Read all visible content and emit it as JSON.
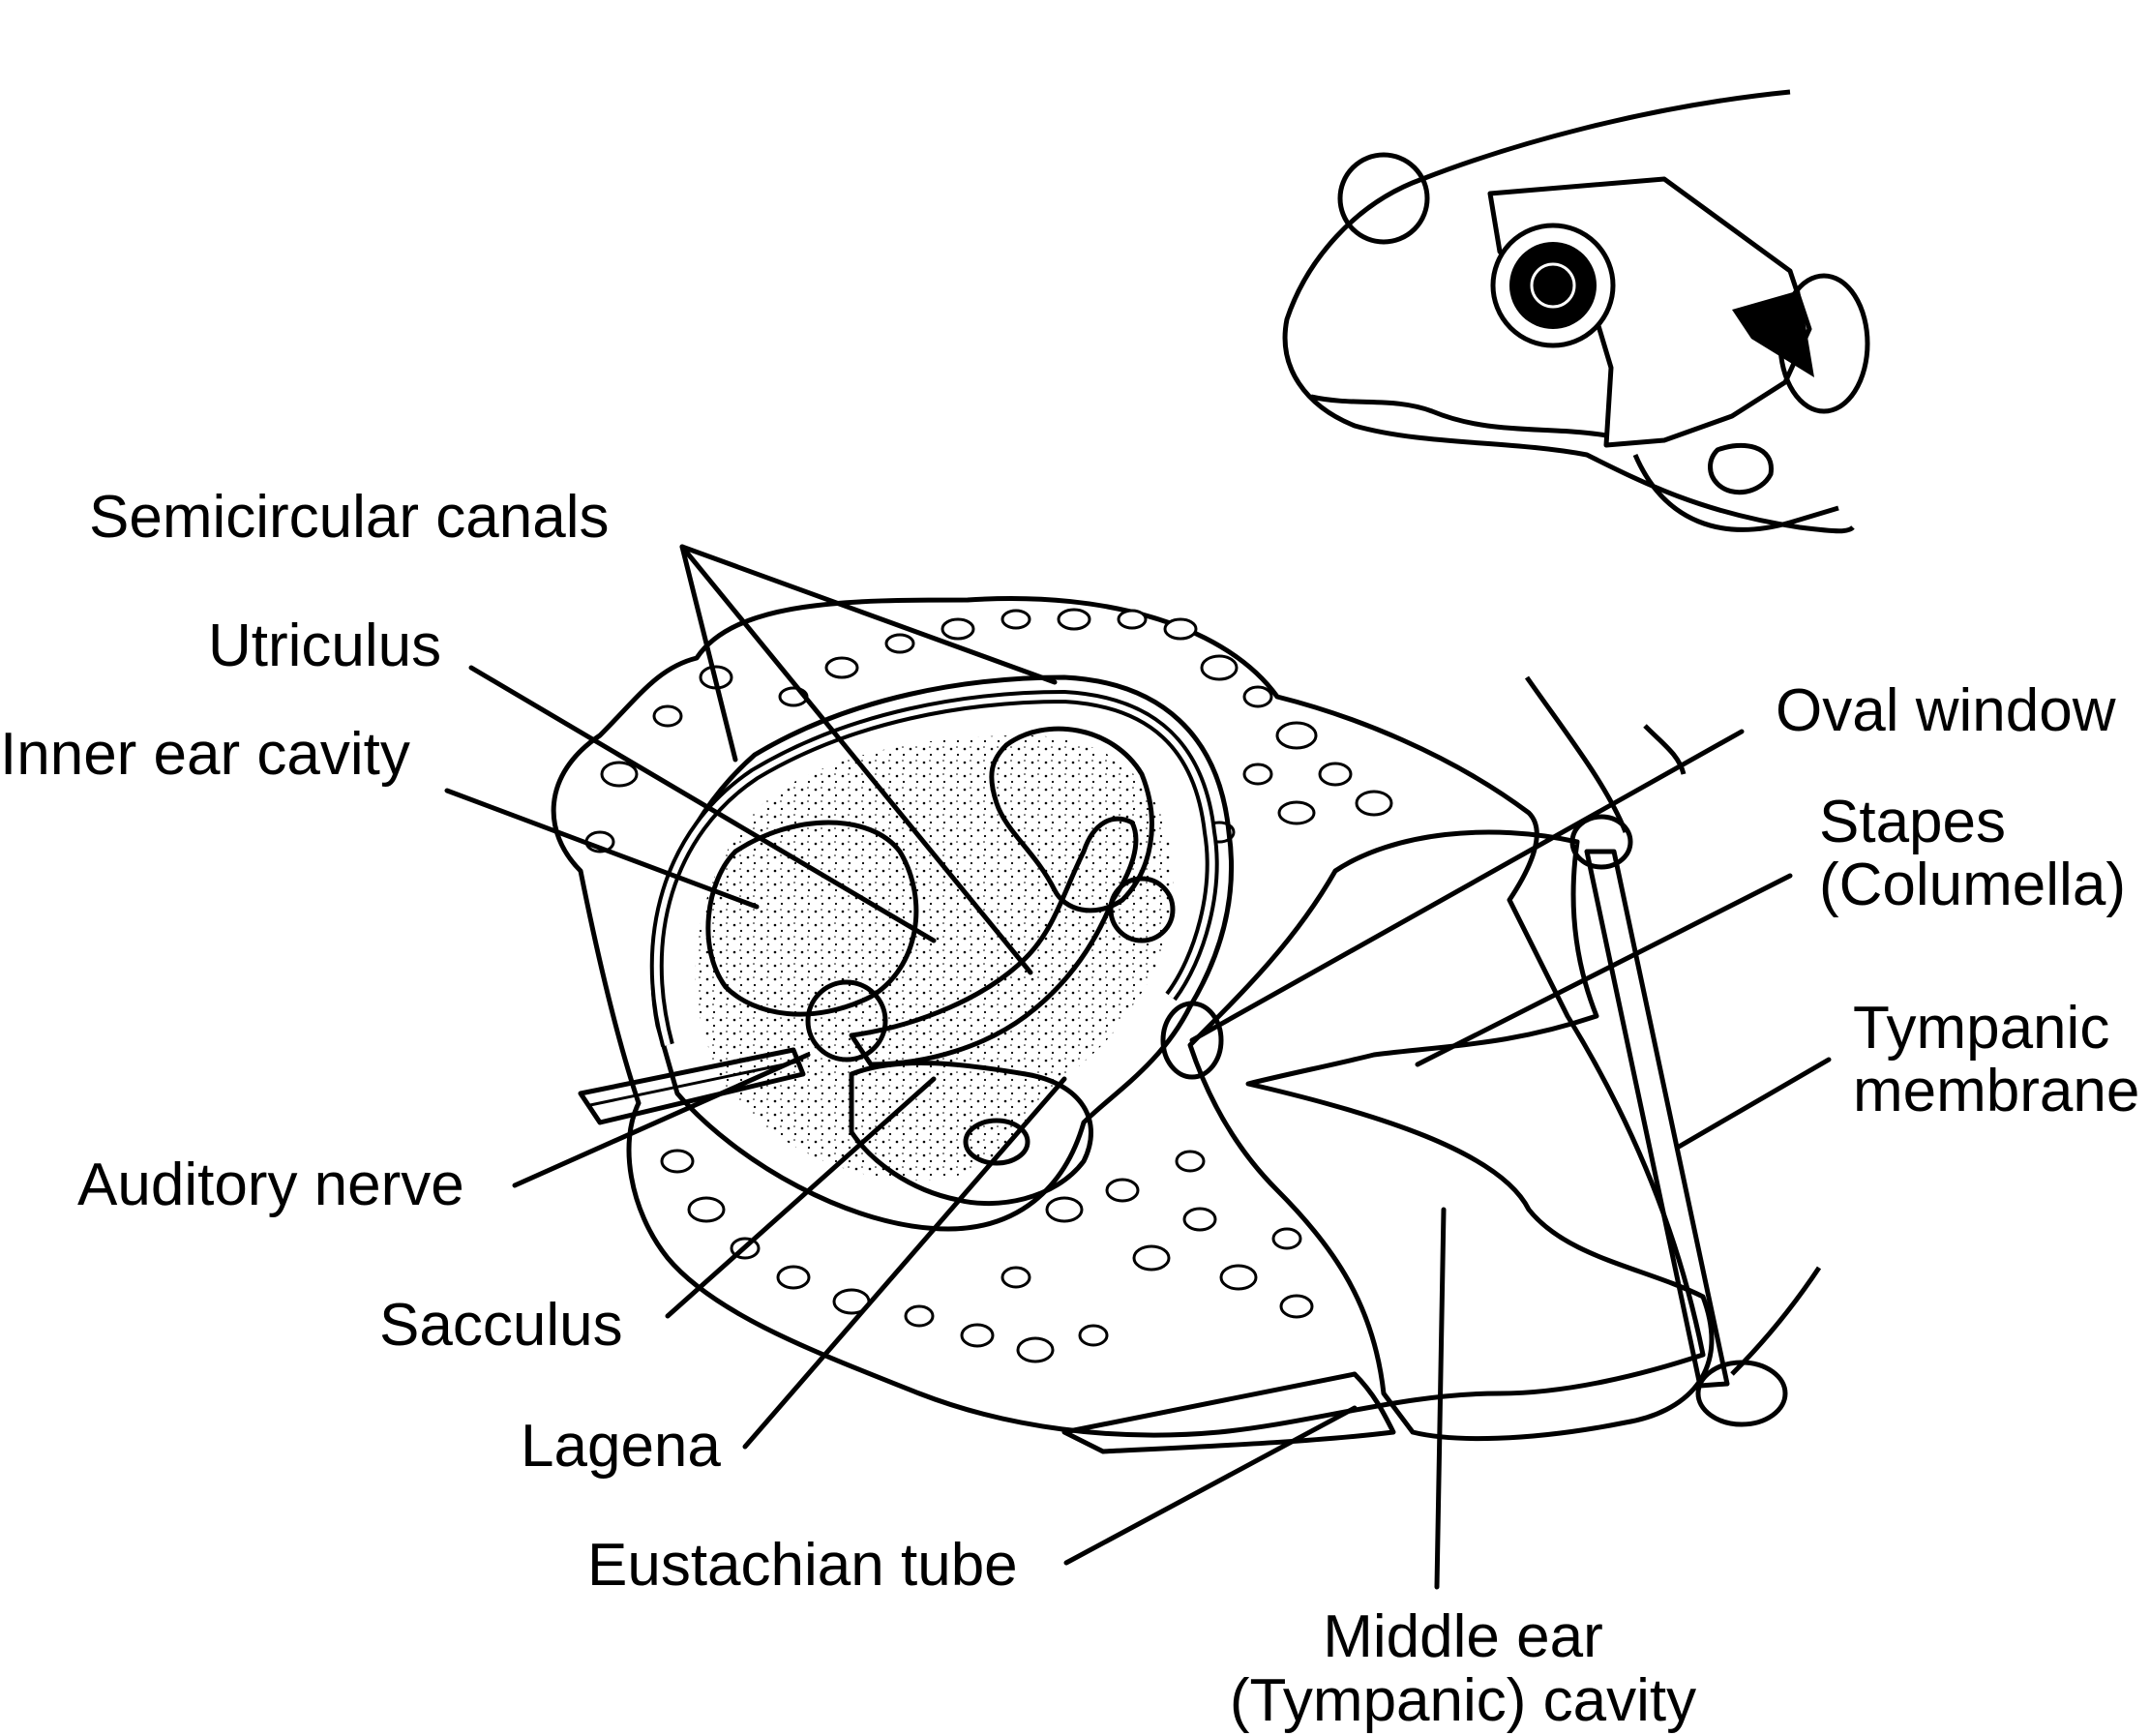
{
  "labels": {
    "semicircular_canals": "Semicircular canals",
    "utriculus": "Utriculus",
    "inner_ear_cavity": "Inner ear cavity",
    "auditory_nerve": "Auditory nerve",
    "sacculus": "Sacculus",
    "lagena": "Lagena",
    "eustachian_tube": "Eustachian tube",
    "middle_ear_line1": "Middle ear",
    "middle_ear_line2": "(Tympanic) cavity",
    "oval_window": "Oval window",
    "stapes_line1": "Stapes",
    "stapes_line2": "(Columella)",
    "tympanic_line1": "Tympanic",
    "tympanic_line2": "membrane"
  },
  "colors": {
    "ink": "#000000",
    "background": "#ffffff",
    "stipple": "#000000"
  }
}
